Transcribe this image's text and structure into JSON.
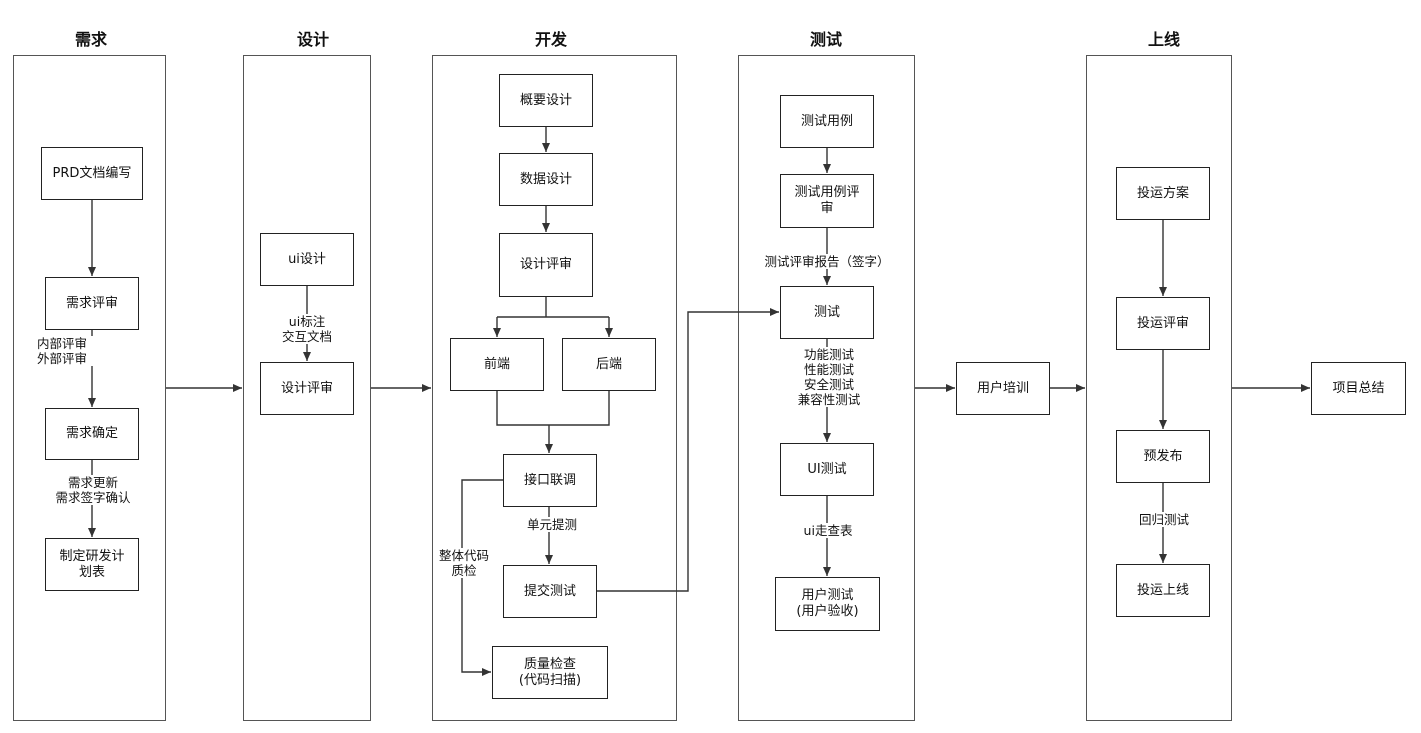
{
  "lanes": {
    "requirements": "需求",
    "design": "设计",
    "development": "开发",
    "testing": "测试",
    "launch": "上线"
  },
  "nodes": {
    "prd_writing": "PRD文档编写",
    "req_review": "需求评审",
    "req_confirm": "需求确定",
    "dev_plan": "制定研发计\n划表",
    "ui_design": "ui设计",
    "design_review_1": "设计评审",
    "outline_design": "概要设计",
    "data_design": "数据设计",
    "design_review_2": "设计评审",
    "frontend": "前端",
    "backend": "后端",
    "api_integration": "接口联调",
    "submit_test": "提交测试",
    "quality_check": "质量检查\n(代码扫描)",
    "test_cases": "测试用例",
    "test_case_review": "测试用例评\n审",
    "testing": "测试",
    "ui_testing": "UI测试",
    "user_testing": "用户测试\n(用户验收)",
    "user_training": "用户培训",
    "ops_plan": "投运方案",
    "ops_review": "投运评审",
    "pre_release": "预发布",
    "ops_launch": "投运上线",
    "project_summary": "项目总结"
  },
  "notes": {
    "review_scope": "内部评审\n外部评审",
    "req_update": "需求更新\n需求签字确认",
    "ui_annotation": "ui标注\n交互文档",
    "unit_test": "单元提测",
    "code_qc": "整体代码\n质检",
    "test_review_report": "测试评审报告（签字）",
    "test_types": "功能测试\n性能测试\n安全测试\n兼容性测试",
    "ui_checklist": "ui走查表",
    "regression": "回归测试"
  },
  "colors": {
    "line": "#333333",
    "lane_border": "#555555",
    "node_border": "#222222"
  }
}
